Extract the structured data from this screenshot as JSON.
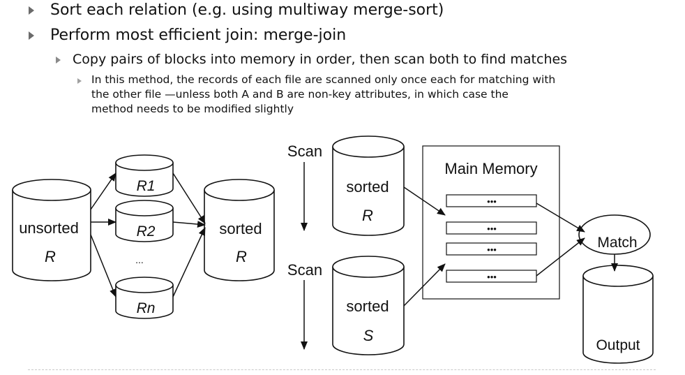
{
  "bullets": {
    "sort": "Sort each relation (e.g. using multiway merge-sort)",
    "join": "Perform most efficient join: merge-join",
    "copy": "Copy pairs of blocks into memory in order, then scan both to find matches",
    "note_line1": "In this method, the records of each file are scanned only once each for matching with",
    "note_line2": "the other file —unless both A and B are non-key attributes, in which case the",
    "note_line3": "method needs to be modified slightly"
  },
  "diagram": {
    "unsorted_label": "unsorted",
    "unsorted_sub": "R",
    "runs": [
      "R1",
      "R2",
      "Rn"
    ],
    "runs_ellipsis": "...",
    "sorted_r_label": "sorted",
    "sorted_r_sub": "R",
    "scan_top": "Scan",
    "scan_bottom": "Scan",
    "disk_r_label": "sorted",
    "disk_r_sub": "R",
    "disk_s_label": "sorted",
    "disk_s_sub": "S",
    "memory_title": "Main Memory",
    "buffer_dots": "•••",
    "match_label": "Match",
    "output_label": "Output"
  }
}
